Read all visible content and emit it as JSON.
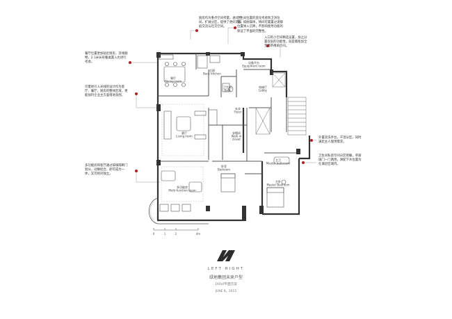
{
  "notes": [
    "厨房作为重点空间考量，通大空间，扩展分区，提供了更好的家庭交流与社交空间。",
    "卫生间位置的变化考虑到卫浴位置，如厕操体，将间可置置过道都位置体入沉降，不影响使用功能的保证了平面的完整性。",
    "入口的小空间精选设置，加之分置双层的功能性，就是都能加全无需不用的空间。",
    "餐厅位置更加贴近厨房，流线顺畅，2.1米长形餐桌置入也进行考虑。",
    "尽量地引入光线的设计作为客厅、餐厅，厨房的整体区域，更能加持企业主方面增进氛围。",
    "外置双洗手台，干湿分区，同时满足主人使用需求。",
    "卫生间私密空间分区明确，单玻璃门一门两用，淋配下水位置为在满足区域内。",
    "多功能房和客厅通过玻璃隔断门划分，动静结合，即可成为一体，又可相对独立。"
  ],
  "rooms": {
    "dining": "餐厅\nDining room",
    "back_kitchen": "后厨\nBack kitchen",
    "equipment": "设备平台\nEquipment room",
    "bath": "卫生间\nBath",
    "lobby": "电梯厅\nLobby",
    "foyer": "玄关\nFoyer",
    "living": "客厅\nLiving room",
    "walkin": "衣帽间\nWalk-in\ncloset",
    "master_bath": "主卫\nMaster bathroom",
    "bedroom": "卧室\nBedroom",
    "master_bed": "主卧\nMaster Bedroom",
    "multi": "多功能房\nMulti-function room"
  },
  "scale_labels": [
    "0",
    "1",
    "2",
    "4m"
  ],
  "brand": {
    "name": "LEFT RIGHT",
    "subtitle": "绿地集团未来户型",
    "area": "160㎡平面方案",
    "date": "JUNE 8，2015"
  }
}
